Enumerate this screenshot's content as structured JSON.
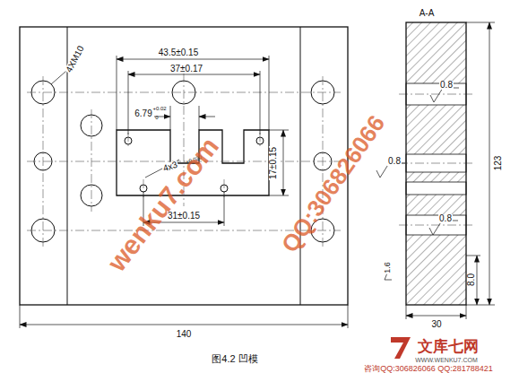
{
  "diagram": {
    "caption": "图4.2 凹模",
    "labels": [
      "A-A",
      "4XM10",
      "43.5±0.15",
      "37±0.17",
      "6.79",
      "+0.02",
      "0",
      "4x3",
      "+0.020",
      "17±0.15",
      "31±0.15",
      "0.8",
      "0.8",
      "0.8",
      "1.6",
      "8.0",
      "123",
      "30",
      "140",
      "wenku7.com",
      "QQ:306826066",
      "文库七网",
      "WWW.WENKU7.COM",
      "咨询QQ:306826066 QQ:281788421"
    ]
  }
}
